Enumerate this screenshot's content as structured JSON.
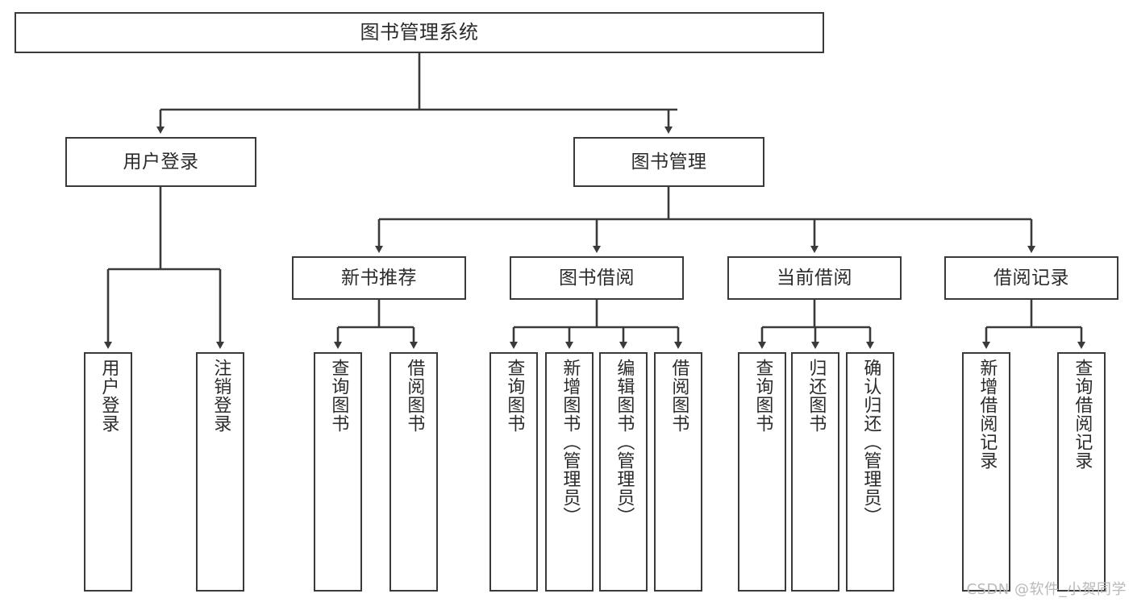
{
  "diagram": {
    "title": "图书管理系统",
    "type": "hierarchy-tree",
    "levels": 4,
    "root": {
      "id": "root",
      "label": "图书管理系统"
    },
    "level2": [
      {
        "id": "user-login",
        "label": "用户登录"
      },
      {
        "id": "book-manage",
        "label": "图书管理"
      }
    ],
    "level3": [
      {
        "id": "new-book-recommend",
        "label": "新书推荐",
        "parent": "book-manage"
      },
      {
        "id": "book-borrow",
        "label": "图书借阅",
        "parent": "book-manage"
      },
      {
        "id": "current-borrow",
        "label": "当前借阅",
        "parent": "book-manage"
      },
      {
        "id": "borrow-record",
        "label": "借阅记录",
        "parent": "book-manage"
      }
    ],
    "leaves": [
      {
        "id": "leaf-user-login",
        "label": "用户登录",
        "parent": "user-login"
      },
      {
        "id": "leaf-logout-login",
        "label": "注销登录",
        "parent": "user-login"
      },
      {
        "id": "leaf-query-book-1",
        "label": "查询图书",
        "parent": "new-book-recommend"
      },
      {
        "id": "leaf-borrow-book-1",
        "label": "借阅图书",
        "parent": "new-book-recommend"
      },
      {
        "id": "leaf-query-book-2",
        "label": "查询图书",
        "parent": "book-borrow"
      },
      {
        "id": "leaf-add-book",
        "label": "新增图书（管理员）",
        "parent": "book-borrow"
      },
      {
        "id": "leaf-edit-book",
        "label": "编辑图书（管理员）",
        "parent": "book-borrow"
      },
      {
        "id": "leaf-borrow-book-2",
        "label": "借阅图书",
        "parent": "book-borrow"
      },
      {
        "id": "leaf-query-book-3",
        "label": "查询图书",
        "parent": "current-borrow"
      },
      {
        "id": "leaf-return-book",
        "label": "归还图书",
        "parent": "current-borrow"
      },
      {
        "id": "leaf-confirm-return",
        "label": "确认归还（管理员）",
        "parent": "current-borrow"
      },
      {
        "id": "leaf-add-record",
        "label": "新增借阅记录",
        "parent": "borrow-record"
      },
      {
        "id": "leaf-query-record",
        "label": "查询借阅记录",
        "parent": "borrow-record"
      }
    ]
  },
  "watermark": {
    "text": "CSDN @软件_小贺同学"
  },
  "colors": {
    "stroke": "#3a3a3a",
    "box_fill": "#ffffff",
    "text": "#2b2b2b",
    "watermark": "#b9b9b9",
    "background": "#ffffff"
  }
}
